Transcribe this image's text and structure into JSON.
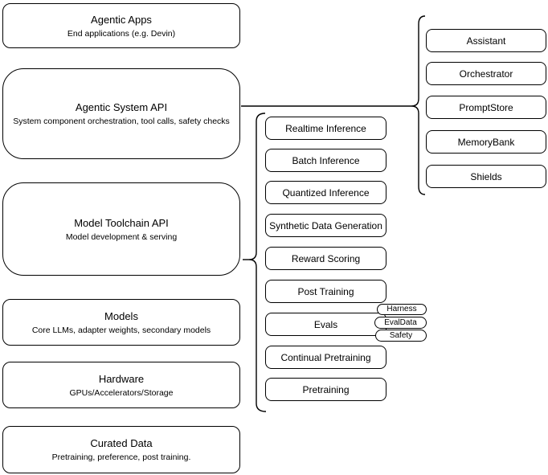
{
  "diagram": {
    "colors": {
      "stroke": "#000000",
      "background": "#ffffff",
      "text": "#000000"
    },
    "stack": [
      {
        "title": "Agentic Apps",
        "subtitle": "End applications (e.g. Devin)"
      },
      {
        "title": "Agentic System API",
        "subtitle": "System component orchestration, tool calls, safety checks"
      },
      {
        "title": "Model Toolchain API",
        "subtitle": "Model development & serving"
      },
      {
        "title": "Models",
        "subtitle": "Core LLMs, adapter weights, secondary models"
      },
      {
        "title": "Hardware",
        "subtitle": "GPUs/Accelerators/Storage"
      },
      {
        "title": "Curated Data",
        "subtitle": "Pretraining, preference, post training."
      }
    ],
    "toolchain_components": [
      "Realtime Inference",
      "Batch Inference",
      "Quantized Inference",
      "Synthetic Data Generation",
      "Reward Scoring",
      "Post Training",
      "Evals",
      "Continual Pretraining",
      "Pretraining"
    ],
    "eval_tags": [
      "Harness",
      "EvalData",
      "Safety"
    ],
    "system_components": [
      "Assistant",
      "Orchestrator",
      "PromptStore",
      "MemoryBank",
      "Shields"
    ]
  }
}
